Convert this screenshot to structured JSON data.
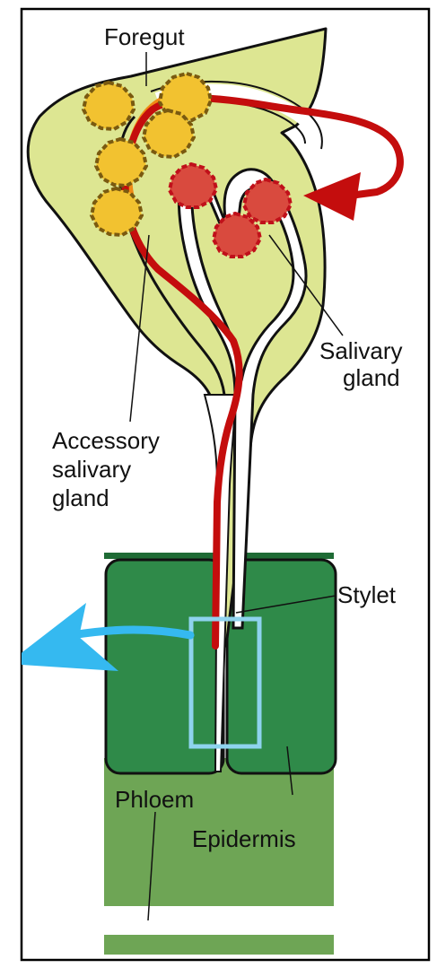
{
  "labels": {
    "foregut": "Foregut",
    "salivary_line1": "Salivary",
    "salivary_line2": "gland",
    "accessory_line1": "Accessory",
    "accessory_line2": "salivary",
    "accessory_line3": "gland",
    "stylet": "Stylet",
    "phloem": "Phloem",
    "epidermis": "Epidermis"
  },
  "colors": {
    "head": "#dde692",
    "outline": "#1a1a1a",
    "canal_orange": "#f08a14",
    "path_red": "#c40d0d",
    "accessory_gland": "#f2c230",
    "accessory_gland_border": "#7a5a10",
    "salivary_gland": "#d94a3e",
    "salivary_gland_border": "#c0101a",
    "epidermis": "#2f8a49",
    "epidermis_top": "#1f6b35",
    "phloem": "#6ea555",
    "highlight_box": "#8fd3ee",
    "blue_arrow": "#35b9f0"
  },
  "icons": {
    "red_arrow": "red-flow-arrow-icon",
    "blue_arrow": "blue-pointer-arrow-icon"
  }
}
